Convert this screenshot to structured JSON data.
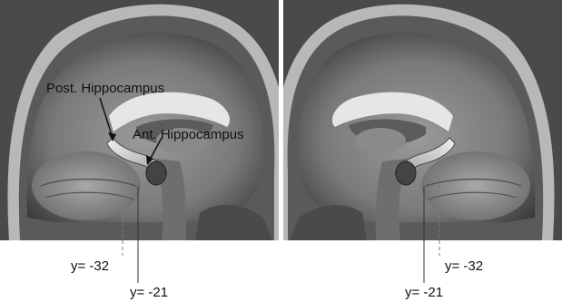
{
  "figure": {
    "labels": {
      "post_hippocampus": "Post. Hippocampus",
      "ant_hippocampus": "Ant. Hippocampus",
      "left_y_post": "y= -32",
      "left_y_ant": "y= -21",
      "right_y_post": "y= -32",
      "right_y_ant": "y= -21"
    }
  }
}
